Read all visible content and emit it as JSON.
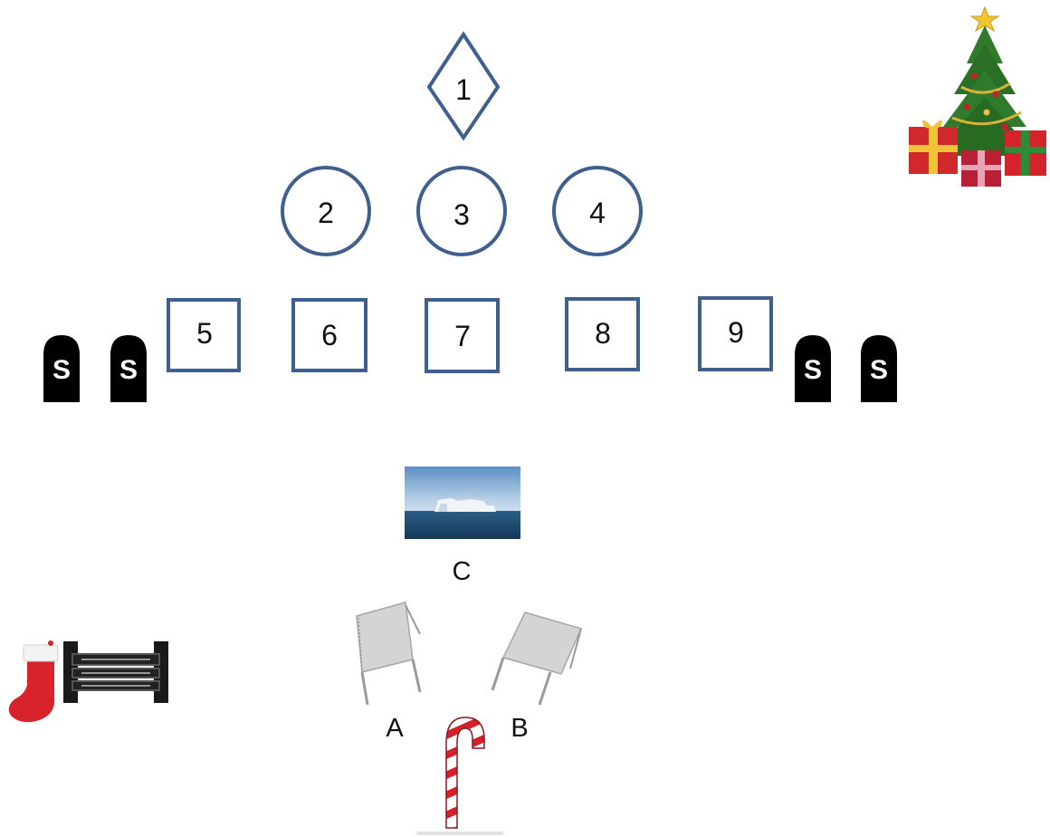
{
  "colors": {
    "shape_stroke": "#3f5f8e",
    "label_text": "#111111",
    "sign_fill": "#000000",
    "sign_text": "#ffffff",
    "tree_green": "#2f7a2b",
    "candy_red": "#d4202c",
    "stocking_red": "#d8232a",
    "ocean_blue": "#1f4f78"
  },
  "diamond": {
    "label": "1"
  },
  "circles": [
    {
      "label": "2"
    },
    {
      "label": "3"
    },
    {
      "label": "4"
    }
  ],
  "squares": [
    {
      "label": "5"
    },
    {
      "label": "6"
    },
    {
      "label": "7"
    },
    {
      "label": "8"
    },
    {
      "label": "9"
    }
  ],
  "signs": [
    {
      "letter": "S"
    },
    {
      "letter": "S"
    },
    {
      "letter": "S"
    },
    {
      "letter": "S"
    }
  ],
  "iceberg": {
    "label": "C"
  },
  "chairs": [
    {
      "label": "A"
    },
    {
      "label": "B"
    }
  ],
  "icons": {
    "tree": "christmas-tree-with-gifts",
    "stocking": "christmas-stocking",
    "fence": "fence",
    "candy_cane": "candy-cane",
    "iceberg_photo": "iceberg-photo",
    "chair": "folding-chair"
  }
}
